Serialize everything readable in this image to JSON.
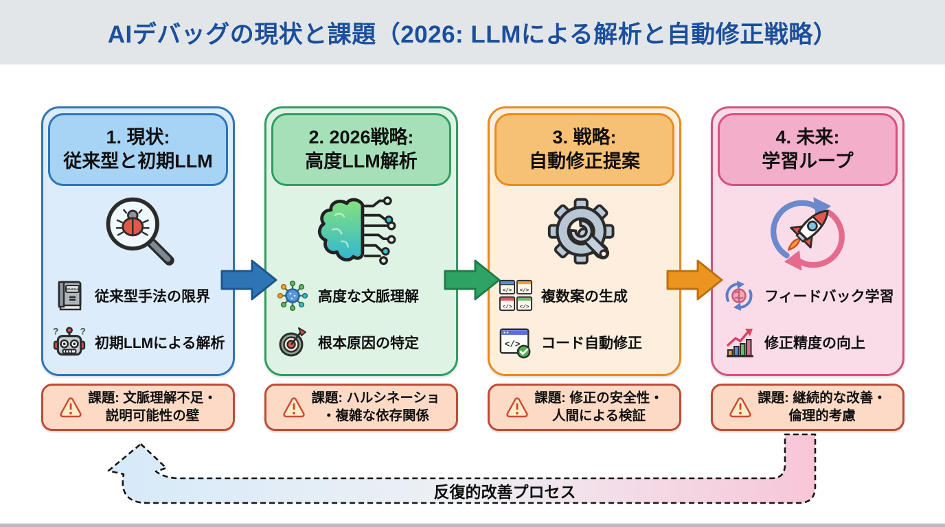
{
  "header": {
    "title": "AIデバッグの現状と課題（2026: LLMによる解析と自動修正戦略）",
    "colors": {
      "text": "#1b4f9c",
      "band_bg": "#e3e6e9"
    }
  },
  "cards": [
    {
      "title_line1": "1. 現状:",
      "title_line2": "従来型と初期LLM",
      "main_icon": "bug-magnifier-icon",
      "features": [
        {
          "icon": "manual-book-icon",
          "icon_text": "MANUAL",
          "label": "従来型手法の限界"
        },
        {
          "icon": "robot-icon",
          "label": "初期LLMによる解析"
        }
      ],
      "challenge": {
        "line1": "課題: 文脈理解不足・",
        "line2": "説明可能性の壁"
      },
      "colors": {
        "border": "#2e75b6",
        "header_bg": "#a7d3f4",
        "body_bg": "#dcecfb"
      }
    },
    {
      "title_line1": "2. 2026戦略:",
      "title_line2": "高度LLM解析",
      "main_icon": "brain-circuit-icon",
      "features": [
        {
          "icon": "network-icon",
          "label": "高度な文脈理解"
        },
        {
          "icon": "target-icon",
          "label": "根本原因の特定"
        }
      ],
      "challenge": {
        "line1": "課題: ハルシネーショ",
        "line2": "・複雑な依存関係"
      },
      "colors": {
        "border": "#2f9d62",
        "header_bg": "#a6e0b9",
        "body_bg": "#def3e4"
      }
    },
    {
      "title_line1": "3. 戦略:",
      "title_line2": "自動修正提案",
      "main_icon": "gear-wrench-icon",
      "features": [
        {
          "icon": "code-windows-icon",
          "label": "複数案の生成"
        },
        {
          "icon": "code-check-icon",
          "label": "コード自動修正"
        }
      ],
      "challenge": {
        "line1": "課題: 修正の安全性・",
        "line2": "人間による検証"
      },
      "colors": {
        "border": "#e68c1d",
        "header_bg": "#f7c175",
        "body_bg": "#fdeede"
      }
    },
    {
      "title_line1": "4. 未来:",
      "title_line2": "学習ループ",
      "main_icon": "rocket-cycle-icon",
      "features": [
        {
          "icon": "brain-cycle-icon",
          "label": "フィードバック学習"
        },
        {
          "icon": "chart-up-icon",
          "label": "修正精度の向上"
        }
      ],
      "challenge": {
        "line1": "課題: 継続的な改善・",
        "line2": "倫理的考慮"
      },
      "colors": {
        "border": "#d4517d",
        "header_bg": "#f3aeca",
        "body_bg": "#fadce9"
      }
    }
  ],
  "arrows": [
    {
      "fill": "#2e75b6",
      "stroke": "#1d5590"
    },
    {
      "fill": "#2fa364",
      "stroke": "#1e7c48"
    },
    {
      "fill": "#ec9420",
      "stroke": "#bb700c"
    }
  ],
  "shared": {
    "challenge": {
      "bg": "#fcdac5",
      "border": "#bf4b37",
      "icon_bg": "#fdeccb",
      "icon_border": "#cf4a31",
      "icon_mark": "#d2491f"
    },
    "code_glyph": "</>",
    "q_mark": "?"
  },
  "loop": {
    "label": "反復的改善プロセス",
    "colors": {
      "from": "#d6eaf9",
      "mid": "#eef0f4",
      "to": "#f8c6d8",
      "dash": "#161616"
    }
  }
}
